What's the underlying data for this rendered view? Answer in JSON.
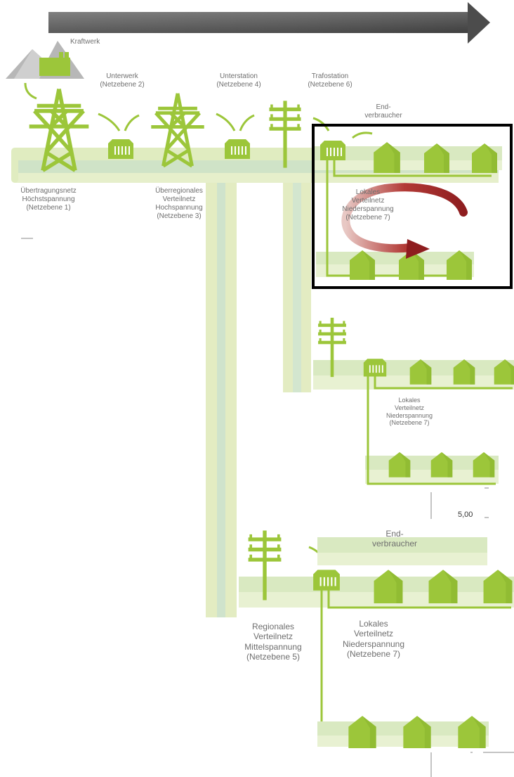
{
  "labels": {
    "kraftwerk": "Kraftwerk",
    "unterwerk": [
      "Unterwerk",
      "(Netzebene 2)"
    ],
    "unterstation": [
      "Unterstation",
      "(Netzebene 4)"
    ],
    "trafostation": [
      "Trafostation",
      "(Netzebene 6)"
    ],
    "endverbraucher_top": [
      "End-",
      "verbraucher"
    ],
    "uebertragungsnetz": [
      "Übertragungsnetz",
      "Höchstspannung",
      "(Netzebene 1)"
    ],
    "ueberregionales": [
      "Überregionales",
      "Verteilnetz",
      "Hochspannung",
      "(Netzebene 3)"
    ],
    "lokales_top": [
      "Lokales",
      "Verteilnetz",
      "Niederspannung",
      "(Netzebene 7)"
    ],
    "lokales_mid": [
      "Lokales",
      "Verteilnetz",
      "Niederspannung",
      "(Netzebene 7)"
    ],
    "endverbraucher_bottom": [
      "End-",
      "verbraucher"
    ],
    "regionales": [
      "Regionales",
      "Verteilnetz",
      "Mittelspannung",
      "(Netzebene 5)"
    ],
    "lokales_bottom": [
      "Lokales",
      "Verteilnetz",
      "Niederspannung",
      "(Netzebene 7)"
    ],
    "axis_value": "5,00"
  },
  "colors": {
    "green": "#9cc63a",
    "green_light": "#e0ecc0",
    "green_mid": "#c9df9a",
    "band_blue": "#d3e6cf",
    "mountain": "#b4b4b4",
    "highlight_box": "#000000",
    "arrow_red": "#a3282a",
    "top_arrow": "#5e5e5e"
  },
  "icons": [
    "flow-arrow-icon",
    "power-plant-icon",
    "transmission-tower-icon",
    "substation-icon",
    "utility-pole-icon",
    "house-icon",
    "circular-arrow-icon"
  ]
}
